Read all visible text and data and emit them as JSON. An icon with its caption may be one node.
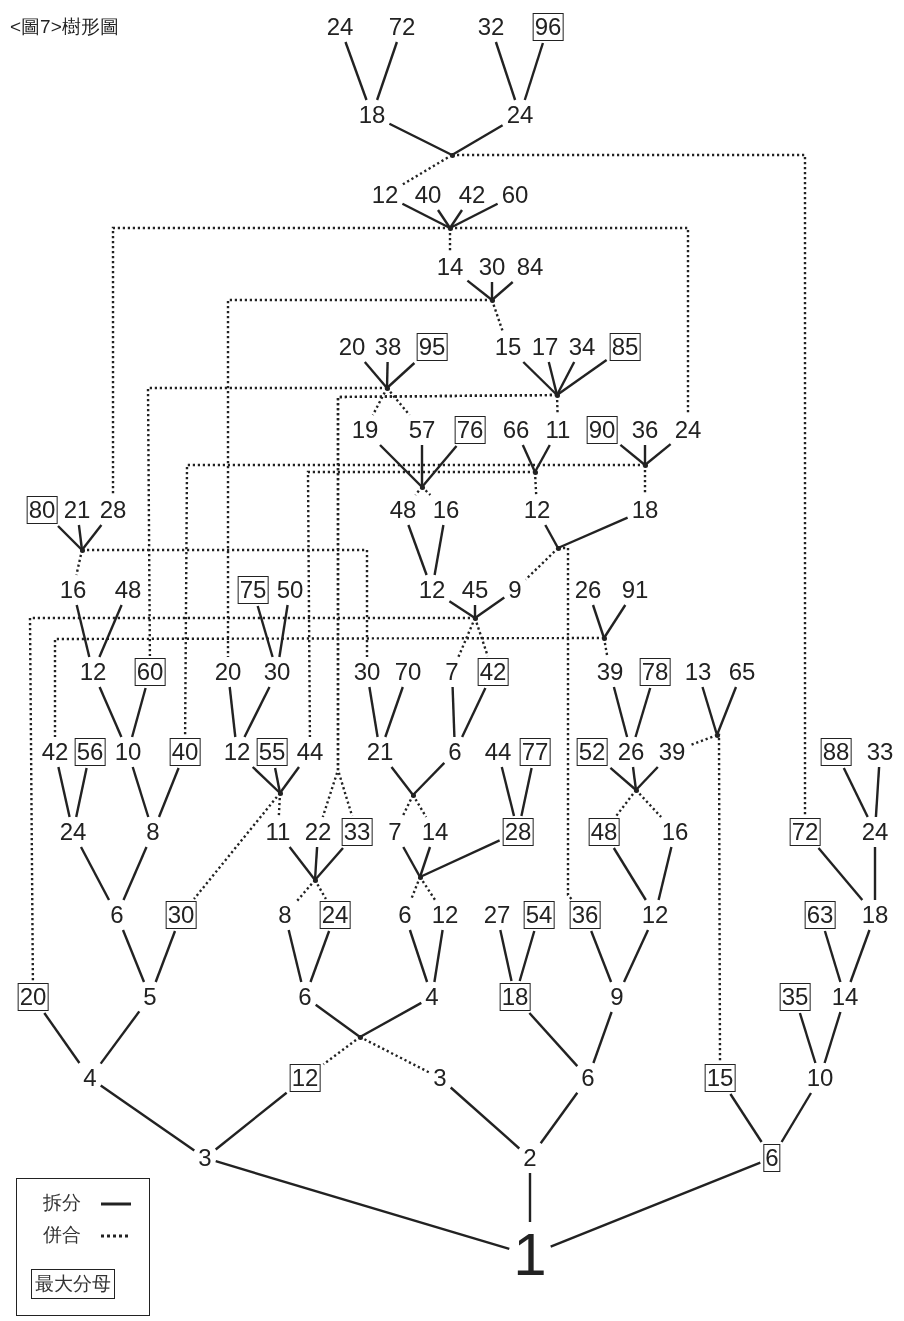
{
  "diagram": {
    "title": "<圖7>樹形圖",
    "nodes": [
      {
        "text": [
          "24"
        ]
      },
      {
        "text": [
          "72"
        ]
      },
      {
        "text": [
          "32"
        ]
      },
      {
        "text": [
          "96"
        ]
      },
      {
        "text": [
          "18"
        ]
      },
      {
        "text": [
          "24"
        ]
      },
      {
        "text": [],
        "shape": "point"
      },
      {
        "text": [
          "12"
        ]
      },
      {
        "text": [
          "40"
        ]
      },
      {
        "text": [
          "42"
        ]
      },
      {
        "text": [
          "60"
        ]
      },
      {
        "text": [],
        "shape": "point"
      },
      {
        "text": [
          "14"
        ]
      },
      {
        "text": [
          "30"
        ]
      },
      {
        "text": [
          "84"
        ]
      },
      {
        "text": [],
        "shape": "point"
      },
      {
        "text": [
          "20"
        ]
      },
      {
        "text": [
          "38"
        ]
      },
      {
        "text": [
          "95"
        ]
      },
      {
        "text": [
          "15"
        ]
      },
      {
        "text": [
          "17"
        ]
      },
      {
        "text": [
          "34"
        ]
      },
      {
        "text": [
          "85"
        ]
      },
      {
        "text": [],
        "shape": "point"
      },
      {
        "text": [],
        "shape": "point"
      },
      {
        "text": [
          "19"
        ]
      },
      {
        "text": [
          "57"
        ]
      },
      {
        "text": [
          "76"
        ]
      },
      {
        "text": [
          "66"
        ]
      },
      {
        "text": [
          "11"
        ]
      },
      {
        "text": [
          "90"
        ]
      },
      {
        "text": [
          "36"
        ]
      },
      {
        "text": [
          "24"
        ]
      },
      {
        "text": [],
        "shape": "point"
      },
      {
        "text": [],
        "shape": "point"
      },
      {
        "text": [],
        "shape": "point"
      },
      {
        "text": [
          "80"
        ]
      },
      {
        "text": [
          "21"
        ]
      },
      {
        "text": [
          "28"
        ]
      },
      {
        "text": [
          "48"
        ]
      },
      {
        "text": [
          "16"
        ]
      },
      {
        "text": [
          "12"
        ]
      },
      {
        "text": [
          "18"
        ]
      },
      {
        "text": [],
        "shape": "point"
      },
      {
        "text": [],
        "shape": "point"
      },
      {
        "text": [
          "16"
        ]
      },
      {
        "text": [
          "48"
        ]
      },
      {
        "text": [
          "75"
        ]
      },
      {
        "text": [
          "50"
        ]
      },
      {
        "text": [
          "12"
        ]
      },
      {
        "text": [
          "45"
        ]
      },
      {
        "text": [
          "9"
        ]
      },
      {
        "text": [
          "26"
        ]
      },
      {
        "text": [
          "91"
        ]
      },
      {
        "text": [],
        "shape": "point"
      },
      {
        "text": [],
        "shape": "point"
      },
      {
        "text": [
          "12"
        ]
      },
      {
        "text": [
          "60"
        ]
      },
      {
        "text": [
          "20"
        ]
      },
      {
        "text": [
          "30"
        ]
      },
      {
        "text": [
          "30"
        ]
      },
      {
        "text": [
          "70"
        ]
      },
      {
        "text": [
          "7"
        ]
      },
      {
        "text": [
          "42"
        ]
      },
      {
        "text": [
          "39"
        ]
      },
      {
        "text": [
          "78"
        ]
      },
      {
        "text": [
          "13"
        ]
      },
      {
        "text": [
          "65"
        ]
      },
      {
        "text": [],
        "shape": "point"
      },
      {
        "text": [
          "42"
        ]
      },
      {
        "text": [
          "56"
        ]
      },
      {
        "text": [
          "10"
        ]
      },
      {
        "text": [
          "40"
        ]
      },
      {
        "text": [
          "12"
        ]
      },
      {
        "text": [
          "55"
        ]
      },
      {
        "text": [
          "44"
        ]
      },
      {
        "text": [
          "21"
        ]
      },
      {
        "text": [
          "6"
        ]
      },
      {
        "text": [
          "44"
        ]
      },
      {
        "text": [
          "77"
        ]
      },
      {
        "text": [
          "52"
        ]
      },
      {
        "text": [
          "26"
        ]
      },
      {
        "text": [
          "39"
        ]
      },
      {
        "text": [
          "88"
        ]
      },
      {
        "text": [
          "33"
        ]
      },
      {
        "text": [],
        "shape": "point"
      },
      {
        "text": [],
        "shape": "point"
      },
      {
        "text": [],
        "shape": "point"
      },
      {
        "text": [
          "24"
        ]
      },
      {
        "text": [
          "8"
        ]
      },
      {
        "text": [
          "11"
        ]
      },
      {
        "text": [
          "22"
        ]
      },
      {
        "text": [
          "33"
        ]
      },
      {
        "text": [
          "7"
        ]
      },
      {
        "text": [
          "14"
        ]
      },
      {
        "text": [
          "28"
        ]
      },
      {
        "text": [
          "48"
        ]
      },
      {
        "text": [
          "16"
        ]
      },
      {
        "text": [
          "72"
        ]
      },
      {
        "text": [
          "24"
        ]
      },
      {
        "text": [],
        "shape": "point"
      },
      {
        "text": [],
        "shape": "point"
      },
      {
        "text": [
          "6"
        ]
      },
      {
        "text": [
          "30"
        ]
      },
      {
        "text": [
          "8"
        ]
      },
      {
        "text": [
          "24"
        ]
      },
      {
        "text": [
          "6"
        ]
      },
      {
        "text": [
          "12"
        ]
      },
      {
        "text": [
          "27"
        ]
      },
      {
        "text": [
          "54"
        ]
      },
      {
        "text": [
          "36"
        ]
      },
      {
        "text": [
          "12"
        ]
      },
      {
        "text": [
          "63"
        ]
      },
      {
        "text": [
          "18"
        ]
      },
      {
        "text": [
          "20"
        ]
      },
      {
        "text": [
          "5"
        ]
      },
      {
        "text": [
          "6"
        ]
      },
      {
        "text": [
          "4"
        ]
      },
      {
        "text": [
          "18"
        ]
      },
      {
        "text": [
          "9"
        ]
      },
      {
        "text": [
          "35"
        ]
      },
      {
        "text": [
          "14"
        ]
      },
      {
        "text": [],
        "shape": "point"
      },
      {
        "text": [
          "4"
        ]
      },
      {
        "text": [
          "12"
        ]
      },
      {
        "text": [
          "3"
        ]
      },
      {
        "text": [
          "6"
        ]
      },
      {
        "text": [
          "15"
        ]
      },
      {
        "text": [
          "10"
        ]
      },
      {
        "text": [
          "3"
        ]
      },
      {
        "text": [
          "2"
        ]
      },
      {
        "text": [
          "6"
        ]
      },
      {
        "text": [
          "1"
        ]
      }
    ],
    "edges": [
      {
        "from": 0,
        "to": 4,
        "arrow": "none"
      },
      {
        "from": 1,
        "to": 4,
        "arrow": "none"
      },
      {
        "from": 2,
        "to": 5,
        "arrow": "none"
      },
      {
        "from": 3,
        "to": 5,
        "arrow": "none"
      },
      {
        "from": 4,
        "to": 6,
        "arrow": "none"
      },
      {
        "from": 5,
        "to": 6,
        "arrow": "none"
      },
      {
        "from": 6,
        "to": 7,
        "arrow": "none",
        "style": "dashed"
      },
      {
        "from": 6,
        "to": 98,
        "arrow": "none",
        "style": "dashed"
      },
      {
        "from": 7,
        "to": 11,
        "arrow": "none"
      },
      {
        "from": 8,
        "to": 11,
        "arrow": "none"
      },
      {
        "from": 9,
        "to": 11,
        "arrow": "none"
      },
      {
        "from": 10,
        "to": 11,
        "arrow": "none"
      },
      {
        "from": 11,
        "to": 12,
        "arrow": "none",
        "style": "dashed"
      },
      {
        "from": 11,
        "to": 38,
        "arrow": "none",
        "style": "dashed"
      },
      {
        "from": 11,
        "to": 32,
        "arrow": "none",
        "style": "dashed"
      },
      {
        "from": 12,
        "to": 15,
        "arrow": "none"
      },
      {
        "from": 13,
        "to": 15,
        "arrow": "none"
      },
      {
        "from": 14,
        "to": 15,
        "arrow": "none"
      },
      {
        "from": 15,
        "to": 58,
        "arrow": "none",
        "style": "dashed"
      },
      {
        "from": 15,
        "to": 19,
        "arrow": "none",
        "style": "dashed"
      },
      {
        "from": 16,
        "to": 23,
        "arrow": "none"
      },
      {
        "from": 17,
        "to": 23,
        "arrow": "none"
      },
      {
        "from": 18,
        "to": 23,
        "arrow": "none"
      },
      {
        "from": 19,
        "to": 24,
        "arrow": "none"
      },
      {
        "from": 20,
        "to": 24,
        "arrow": "none"
      },
      {
        "from": 21,
        "to": 24,
        "arrow": "none"
      },
      {
        "from": 22,
        "to": 24,
        "arrow": "none"
      },
      {
        "from": 23,
        "to": 25,
        "arrow": "none",
        "style": "dashed"
      },
      {
        "from": 23,
        "to": 26,
        "arrow": "none",
        "style": "dashed"
      },
      {
        "from": 23,
        "to": 57,
        "arrow": "none",
        "style": "dashed"
      },
      {
        "from": 24,
        "to": 29,
        "arrow": "none",
        "style": "dashed"
      },
      {
        "from": 24,
        "to": 91,
        "arrow": "none",
        "style": "dashed"
      },
      {
        "from": 24,
        "to": 92,
        "arrow": "none",
        "style": "dashed"
      },
      {
        "from": 25,
        "to": 35,
        "arrow": "none"
      },
      {
        "from": 26,
        "to": 35,
        "arrow": "none"
      },
      {
        "from": 27,
        "to": 35,
        "arrow": "none"
      },
      {
        "from": 28,
        "to": 34,
        "arrow": "none"
      },
      {
        "from": 29,
        "to": 34,
        "arrow": "none"
      },
      {
        "from": 30,
        "to": 33,
        "arrow": "none"
      },
      {
        "from": 31,
        "to": 33,
        "arrow": "none"
      },
      {
        "from": 32,
        "to": 33,
        "arrow": "none"
      },
      {
        "from": 33,
        "to": 42,
        "arrow": "none",
        "style": "dashed"
      },
      {
        "from": 33,
        "to": 72,
        "arrow": "none",
        "style": "dashed"
      },
      {
        "from": 34,
        "to": 41,
        "arrow": "none",
        "style": "dashed"
      },
      {
        "from": 34,
        "to": 75,
        "arrow": "none",
        "style": "dashed"
      },
      {
        "from": 35,
        "to": 39,
        "arrow": "none",
        "style": "dashed"
      },
      {
        "from": 35,
        "to": 40,
        "arrow": "none",
        "style": "dashed"
      },
      {
        "from": 36,
        "to": 43,
        "arrow": "none"
      },
      {
        "from": 37,
        "to": 43,
        "arrow": "none"
      },
      {
        "from": 38,
        "to": 43,
        "arrow": "none"
      },
      {
        "from": 41,
        "to": 44,
        "arrow": "none"
      },
      {
        "from": 42,
        "to": 44,
        "arrow": "none"
      },
      {
        "from": 39,
        "to": 49,
        "arrow": "none"
      },
      {
        "from": 40,
        "to": 49,
        "arrow": "none"
      },
      {
        "from": 43,
        "to": 45,
        "arrow": "none",
        "style": "dashed"
      },
      {
        "from": 43,
        "to": 60,
        "arrow": "none",
        "style": "dashed"
      },
      {
        "from": 44,
        "to": 51,
        "arrow": "none",
        "style": "dashed"
      },
      {
        "from": 44,
        "to": 110,
        "arrow": "none",
        "style": "dashed"
      },
      {
        "from": 45,
        "to": 56,
        "arrow": "none"
      },
      {
        "from": 46,
        "to": 56,
        "arrow": "none"
      },
      {
        "from": 47,
        "to": 59,
        "arrow": "none"
      },
      {
        "from": 48,
        "to": 59,
        "arrow": "none"
      },
      {
        "from": 49,
        "to": 54,
        "arrow": "none"
      },
      {
        "from": 50,
        "to": 54,
        "arrow": "none"
      },
      {
        "from": 51,
        "to": 54,
        "arrow": "none"
      },
      {
        "from": 52,
        "to": 55,
        "arrow": "none"
      },
      {
        "from": 53,
        "to": 55,
        "arrow": "none"
      },
      {
        "from": 54,
        "to": 62,
        "arrow": "none",
        "style": "dashed"
      },
      {
        "from": 54,
        "to": 63,
        "arrow": "none",
        "style": "dashed"
      },
      {
        "from": 54,
        "to": 114,
        "arrow": "none",
        "style": "dashed"
      },
      {
        "from": 55,
        "to": 64,
        "arrow": "none",
        "style": "dashed"
      },
      {
        "from": 55,
        "to": 69,
        "arrow": "none",
        "style": "dashed"
      },
      {
        "from": 56,
        "to": 71,
        "arrow": "none"
      },
      {
        "from": 57,
        "to": 71,
        "arrow": "none"
      },
      {
        "from": 58,
        "to": 73,
        "arrow": "none"
      },
      {
        "from": 59,
        "to": 73,
        "arrow": "none"
      },
      {
        "from": 60,
        "to": 76,
        "arrow": "none"
      },
      {
        "from": 61,
        "to": 76,
        "arrow": "none"
      },
      {
        "from": 62,
        "to": 77,
        "arrow": "none"
      },
      {
        "from": 63,
        "to": 77,
        "arrow": "none"
      },
      {
        "from": 64,
        "to": 81,
        "arrow": "none"
      },
      {
        "from": 65,
        "to": 81,
        "arrow": "none"
      },
      {
        "from": 66,
        "to": 68,
        "arrow": "none"
      },
      {
        "from": 67,
        "to": 68,
        "arrow": "none"
      },
      {
        "from": 68,
        "to": 82,
        "arrow": "none",
        "style": "dashed"
      },
      {
        "from": 68,
        "to": 127,
        "arrow": "none",
        "style": "dashed"
      },
      {
        "from": 69,
        "to": 88,
        "arrow": "none"
      },
      {
        "from": 70,
        "to": 88,
        "arrow": "none"
      },
      {
        "from": 71,
        "to": 89,
        "arrow": "none"
      },
      {
        "from": 72,
        "to": 89,
        "arrow": "none"
      },
      {
        "from": 73,
        "to": 85,
        "arrow": "none"
      },
      {
        "from": 74,
        "to": 85,
        "arrow": "none"
      },
      {
        "from": 75,
        "to": 85,
        "arrow": "none"
      },
      {
        "from": 76,
        "to": 86,
        "arrow": "none"
      },
      {
        "from": 77,
        "to": 86,
        "arrow": "none"
      },
      {
        "from": 78,
        "to": 95,
        "arrow": "none"
      },
      {
        "from": 79,
        "to": 95,
        "arrow": "none"
      },
      {
        "from": 80,
        "to": 87,
        "arrow": "none"
      },
      {
        "from": 81,
        "to": 87,
        "arrow": "none"
      },
      {
        "from": 82,
        "to": 87,
        "arrow": "none"
      },
      {
        "from": 83,
        "to": 99,
        "arrow": "none"
      },
      {
        "from": 84,
        "to": 99,
        "arrow": "none"
      },
      {
        "from": 85,
        "to": 90,
        "arrow": "none",
        "style": "dashed"
      },
      {
        "from": 85,
        "to": 103,
        "arrow": "none",
        "style": "dashed"
      },
      {
        "from": 86,
        "to": 93,
        "arrow": "none",
        "style": "dashed"
      },
      {
        "from": 86,
        "to": 94,
        "arrow": "none",
        "style": "dashed"
      },
      {
        "from": 87,
        "to": 96,
        "arrow": "none",
        "style": "dashed"
      },
      {
        "from": 87,
        "to": 97,
        "arrow": "none",
        "style": "dashed"
      },
      {
        "from": 88,
        "to": 102,
        "arrow": "none"
      },
      {
        "from": 89,
        "to": 102,
        "arrow": "none"
      },
      {
        "from": 90,
        "to": 100,
        "arrow": "none"
      },
      {
        "from": 91,
        "to": 100,
        "arrow": "none"
      },
      {
        "from": 92,
        "to": 100,
        "arrow": "none"
      },
      {
        "from": 93,
        "to": 101,
        "arrow": "none"
      },
      {
        "from": 94,
        "to": 101,
        "arrow": "none"
      },
      {
        "from": 95,
        "to": 101,
        "arrow": "none"
      },
      {
        "from": 96,
        "to": 111,
        "arrow": "none"
      },
      {
        "from": 97,
        "to": 111,
        "arrow": "none"
      },
      {
        "from": 98,
        "to": 113,
        "arrow": "none"
      },
      {
        "from": 99,
        "to": 113,
        "arrow": "none"
      },
      {
        "from": 100,
        "to": 104,
        "arrow": "none",
        "style": "dashed"
      },
      {
        "from": 100,
        "to": 105,
        "arrow": "none",
        "style": "dashed"
      },
      {
        "from": 101,
        "to": 106,
        "arrow": "none",
        "style": "dashed"
      },
      {
        "from": 101,
        "to": 107,
        "arrow": "none",
        "style": "dashed"
      },
      {
        "from": 102,
        "to": 115,
        "arrow": "none"
      },
      {
        "from": 103,
        "to": 115,
        "arrow": "none"
      },
      {
        "from": 104,
        "to": 116,
        "arrow": "none"
      },
      {
        "from": 105,
        "to": 116,
        "arrow": "none"
      },
      {
        "from": 106,
        "to": 117,
        "arrow": "none"
      },
      {
        "from": 107,
        "to": 117,
        "arrow": "none"
      },
      {
        "from": 108,
        "to": 118,
        "arrow": "none"
      },
      {
        "from": 109,
        "to": 118,
        "arrow": "none"
      },
      {
        "from": 110,
        "to": 119,
        "arrow": "none"
      },
      {
        "from": 111,
        "to": 119,
        "arrow": "none"
      },
      {
        "from": 112,
        "to": 121,
        "arrow": "none"
      },
      {
        "from": 113,
        "to": 121,
        "arrow": "none"
      },
      {
        "from": 114,
        "to": 123,
        "arrow": "none"
      },
      {
        "from": 115,
        "to": 123,
        "arrow": "none"
      },
      {
        "from": 116,
        "to": 122,
        "arrow": "none"
      },
      {
        "from": 117,
        "to": 122,
        "arrow": "none"
      },
      {
        "from": 118,
        "to": 126,
        "arrow": "none"
      },
      {
        "from": 119,
        "to": 126,
        "arrow": "none"
      },
      {
        "from": 120,
        "to": 128,
        "arrow": "none"
      },
      {
        "from": 121,
        "to": 128,
        "arrow": "none"
      },
      {
        "from": 122,
        "to": 124,
        "arrow": "none",
        "style": "dashed"
      },
      {
        "from": 122,
        "to": 125,
        "arrow": "none",
        "style": "dashed"
      },
      {
        "from": 123,
        "to": 129,
        "arrow": "none"
      },
      {
        "from": 124,
        "to": 129,
        "arrow": "none"
      },
      {
        "from": 125,
        "to": 130,
        "arrow": "none"
      },
      {
        "from": 126,
        "to": 130,
        "arrow": "none"
      },
      {
        "from": 127,
        "to": 131,
        "arrow": "none"
      },
      {
        "from": 128,
        "to": 131,
        "arrow": "none"
      },
      {
        "from": 129,
        "to": 132,
        "arrow": "none"
      },
      {
        "from": 130,
        "to": 132,
        "arrow": "none"
      },
      {
        "from": 131,
        "to": 132,
        "arrow": "none"
      }
    ],
    "legend": [
      {
        "text": "拆分"
      },
      {
        "text": "併合"
      },
      {
        "text": "最大分母"
      }
    ]
  }
}
